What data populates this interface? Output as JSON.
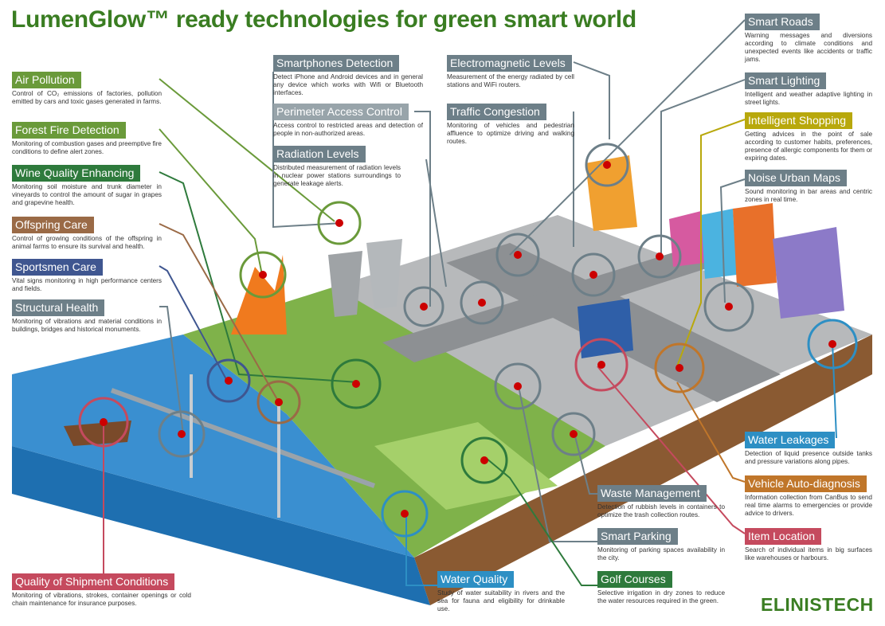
{
  "title": "LumenGlow™ ready technologies for green smart world",
  "brand": "ELINISTECH",
  "callouts": [
    {
      "id": "air",
      "heading": "Air Pollution",
      "desc": "Control of CO₂ emissions of factories, pollution emitted by cars and toxic gases generated in farms."
    },
    {
      "id": "forest",
      "heading": "Forest Fire Detection",
      "desc": "Monitoring of combustion gases and preemptive fire conditions to define alert zones."
    },
    {
      "id": "wine",
      "heading": "Wine Quality Enhancing",
      "desc": "Monitoring soil moisture and trunk diameter in vineyards to control the amount of sugar in grapes and grapevine health."
    },
    {
      "id": "offspring",
      "heading": "Offspring Care",
      "desc": "Control of growing conditions of the offspring in animal farms to ensure its survival and health."
    },
    {
      "id": "sportsmen",
      "heading": "Sportsmen Care",
      "desc": "Vital signs monitoring in high performance centers and fields."
    },
    {
      "id": "structural",
      "heading": "Structural Health",
      "desc": "Monitoring of vibrations and material conditions in buildings, bridges and historical monuments."
    },
    {
      "id": "shipment",
      "heading": "Quality of Shipment Conditions",
      "desc": "Monitoring of vibrations, strokes, container openings or cold chain maintenance for insurance purposes."
    },
    {
      "id": "smartphones",
      "heading": "Smartphones Detection",
      "desc": "Detect iPhone and Android devices and in general any device which works with Wifi or Bluetooth interfaces."
    },
    {
      "id": "perimeter",
      "heading": "Perimeter Access Control",
      "desc": "Access control to restricted areas and detection of people in non-authorized areas."
    },
    {
      "id": "radiation",
      "heading": "Radiation Levels",
      "desc": "Distributed measurement of radiation levels in nuclear power stations surroundings to generate leakage alerts."
    },
    {
      "id": "electro",
      "heading": "Electromagnetic Levels",
      "desc": "Measurement of the energy radiated by cell stations and WiFi routers."
    },
    {
      "id": "traffic",
      "heading": "Traffic Congestion",
      "desc": "Monitoring of vehicles and pedestrian affluence to optimize driving and walking routes."
    },
    {
      "id": "roads",
      "heading": "Smart Roads",
      "desc": "Warning messages and diversions according to climate conditions and unexpected events like accidents or traffic jams."
    },
    {
      "id": "lighting",
      "heading": "Smart Lighting",
      "desc": "Intelligent and weather adaptive lighting in street lights."
    },
    {
      "id": "shopping",
      "heading": "Intelligent Shopping",
      "desc": "Getting advices in the point of sale according to customer habits, preferences, presence of allergic components for them or expiring dates."
    },
    {
      "id": "noise",
      "heading": "Noise Urban Maps",
      "desc": "Sound monitoring in bar areas and centric zones in real time."
    },
    {
      "id": "leak",
      "heading": "Water Leakages",
      "desc": "Detection of liquid presence outside tanks and pressure variations along pipes."
    },
    {
      "id": "vehicle",
      "heading": "Vehicle Auto-diagnosis",
      "desc": "Information collection from CanBus to send real time alarms to emergencies or provide advice to drivers."
    },
    {
      "id": "item",
      "heading": "Item Location",
      "desc": "Search of individual items in big surfaces like warehouses or harbours."
    },
    {
      "id": "waste",
      "heading": "Waste Management",
      "desc": "Detection of rubbish levels in containers to optimize the trash collection routes."
    },
    {
      "id": "parking",
      "heading": "Smart Parking",
      "desc": "Monitoring of parking spaces availability in the city."
    },
    {
      "id": "golf",
      "heading": "Golf Courses",
      "desc": "Selective irrigation in dry zones to reduce the water resources required in the green."
    },
    {
      "id": "water",
      "heading": "Water Quality",
      "desc": "Study of water suitability in rivers and the sea for fauna and eligibility for drinkable use."
    }
  ]
}
